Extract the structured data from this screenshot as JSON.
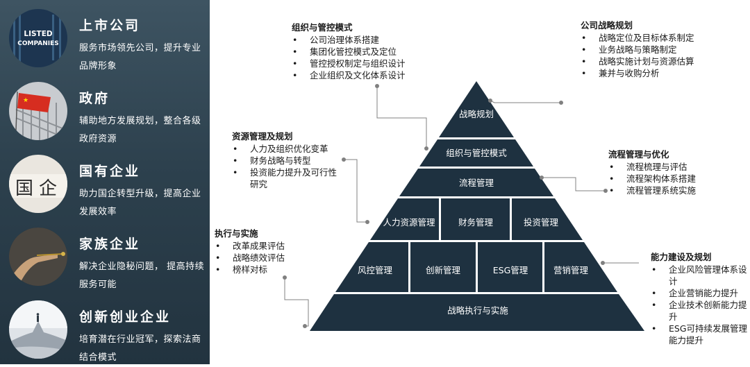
{
  "clients": [
    {
      "title": "上市公司",
      "desc": "服务市场领先公司，提升专业品牌形象",
      "icon": "listed-companies-photo",
      "photo_text": [
        "LISTED",
        "COMPANIES"
      ]
    },
    {
      "title": "政府",
      "desc": "辅助地方发展规划，整合各级政府资源",
      "icon": "government-flag-photo"
    },
    {
      "title": "国有企业",
      "desc": "助力国企转型升级，提高企业发展效率",
      "icon": "state-enterprise-sign-photo",
      "photo_text": [
        "国",
        "企"
      ]
    },
    {
      "title": "家族企业",
      "desc": "解决企业隐秘问题， 提高持续服务可能",
      "icon": "family-business-hand-photo"
    },
    {
      "title": "创新创业企业",
      "desc": "培育潜在行业冠军，探索法商结合模式",
      "icon": "startup-mountain-photo"
    }
  ],
  "blocks": {
    "org_control": {
      "title": "组织与管控模式",
      "items": [
        "公司治理体系搭建",
        "集团化管控模式及定位",
        "管控授权制定与组织设计",
        "企业组织及文化体系设计"
      ]
    },
    "strategy": {
      "title": "公司战略规划",
      "items": [
        "战略定位及目标体系制定",
        "业务战略与策略制定",
        "战略实施计划与资源估算",
        "兼并与收购分析"
      ]
    },
    "resource": {
      "title": "资源管理及规划",
      "items": [
        "人力及组织优化变革",
        "财务战略与转型",
        "投资能力提升及可行性研究"
      ]
    },
    "process": {
      "title": "流程管理与优化",
      "items": [
        "流程梳理与评估",
        "流程架构体系搭建",
        "流程管理系统实施"
      ]
    },
    "execution": {
      "title": "执行与实施",
      "items": [
        "改革成果评估",
        "战略绩效评估",
        "榜样对标"
      ]
    },
    "capability": {
      "title": "能力建设及规划",
      "items": [
        "企业风险管理体系设计",
        "企业营销能力提升",
        "企业技术创新能力提升",
        "ESG可持续发展管理能力提升"
      ]
    }
  },
  "pyramid": {
    "level1": "战略规划",
    "level2": "组织与管控模式",
    "level3": "流程管理",
    "level4": [
      "人力资源管理",
      "财务管理",
      "投资管理"
    ],
    "level5": [
      "风控管理",
      "创新管理",
      "ESG管理",
      "营销管理"
    ],
    "level6": "战略执行与实施"
  },
  "colors": {
    "sidebar": "#2d414e",
    "pyramid": "#1e3140",
    "connector": "#808080"
  }
}
